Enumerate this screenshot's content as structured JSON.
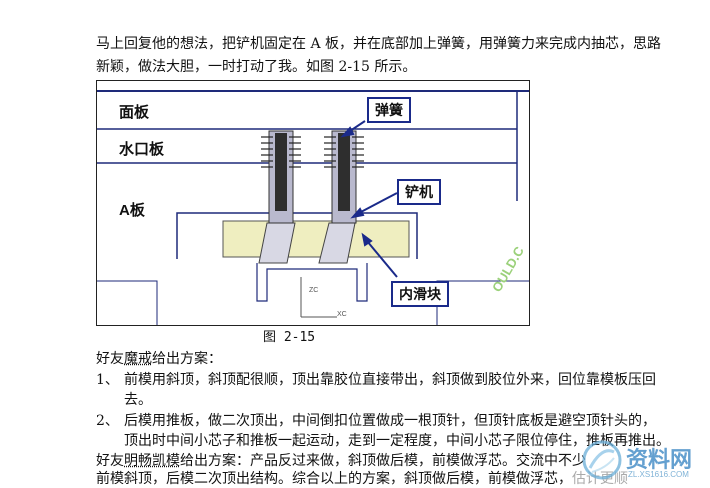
{
  "paragraph_intro": {
    "line1": "马上回复他的想法，把铲机固定在 A 板，并在底部加上弹簧，用弹簧力来完成内抽芯，思路",
    "line2": "新颖，做法大胆，一时打动了我。如图 2-15 所示。"
  },
  "figure": {
    "labels": {
      "panel": "面板",
      "runner_plate": "水口板",
      "a_plate": "A板",
      "spring": "弹簧",
      "shovel": "铲机",
      "inner_slider": "内滑块"
    },
    "caption": "图 2-15",
    "watermark": "OULD.C",
    "axis_c": "ZC",
    "axis_x": "XC",
    "colors": {
      "callout_border": "#1a2a8a",
      "arrow": "#1a2a8a",
      "wedge": "#efeec0",
      "pin": "#b9b9ce"
    }
  },
  "friend_1": {
    "prefix": "好友",
    "name": "魔戒",
    "suffix": "给出方案："
  },
  "items": [
    {
      "num": "1、",
      "line1": "前模用斜顶，斜顶配很顺，顶出靠胶位直接带出，斜顶做到胶位外来，回位靠模板压回",
      "line2": "去。"
    },
    {
      "num": "2、",
      "line1": "后模用推板，做二次顶出，中间倒扣位置做成一根顶针，但顶针底板是避空顶针头的，",
      "line2": "顶出时中间小芯子和推板一起运动，走到一定程度，中间小芯子限位停住，推板再推出。"
    }
  ],
  "friend_2": {
    "prefix": "好友",
    "name": "明畅凯模",
    "line1_rest": "给出方案：产品反过来做，斜顶做后模，前模做浮芯。交流中不少",
    "line2": "前模斜顶，后模二次顶出结构。综合以上的方案，斜顶做后模，前模做浮芯，",
    "line2_faded": "估计更顺"
  },
  "site_watermark": {
    "name": "资料网",
    "url": "ZL.XS1616.COM"
  }
}
